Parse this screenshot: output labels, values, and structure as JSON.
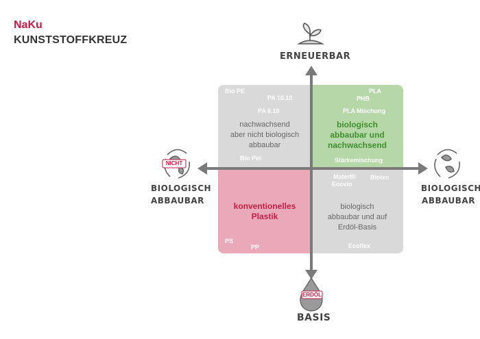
{
  "header": {
    "brand": "NaKu",
    "title": "KUNSTSTOFFKREUZ"
  },
  "axes": {
    "top": "ERNEUERBAR",
    "bottom_badge": "ERDÖL",
    "bottom": "BASIS",
    "left_badge": "NICHT",
    "left_line1": "BIOLOGISCH",
    "left_line2": "ABBAUBAR",
    "right_line1": "BIOLOGISCH",
    "right_line2": "ABBAUBAR"
  },
  "quadrants": {
    "top_left": {
      "color": "#d9d9d9",
      "description": "nachwachsend\naber nicht biologisch\nabbaubar",
      "items": [
        "Bio PE",
        "PA 10.10",
        "PA 6.10",
        "Bio Pet"
      ]
    },
    "top_right": {
      "color": "#b6d8a8",
      "description": "biologisch\nabbaubar und\nnachwachsend",
      "items": [
        "PLA",
        "PHB",
        "PLA Mischung",
        "Stärkemischung"
      ]
    },
    "bottom_left": {
      "color": "#eaa9b8",
      "description": "konventionelles\nPlastik",
      "items": [
        "PS",
        "PP"
      ]
    },
    "bottom_right": {
      "color": "#d9d9d9",
      "description": "biologisch\nabbaubar und auf\nErdöl-Basis",
      "items": [
        "MaterBi",
        "Biotec",
        "Ecovio",
        "Ecoflex"
      ]
    }
  },
  "colors": {
    "accent": "#c21f46",
    "axis": "#7a7a7a",
    "green_text": "#3f8f2f",
    "red_text": "#c21f46",
    "gray_text": "#666666"
  }
}
